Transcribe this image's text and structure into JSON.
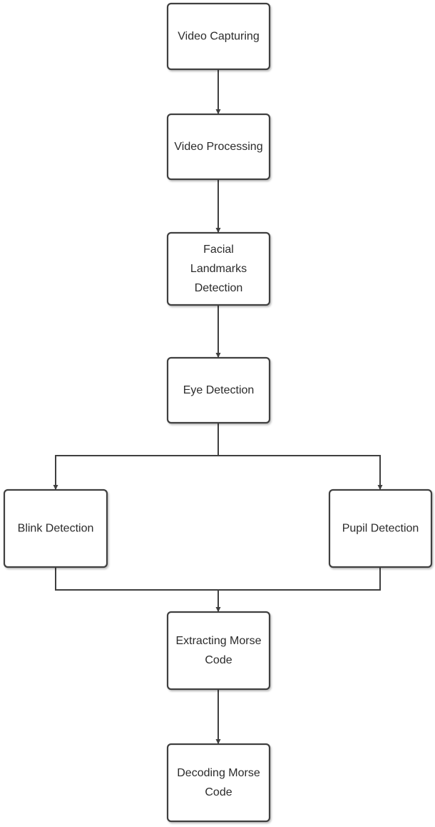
{
  "diagram": {
    "type": "flowchart",
    "colors": {
      "stroke": "#3f3f3f",
      "text": "#2b2b2b",
      "fill": "#ffffff"
    },
    "nodes": [
      {
        "id": "video-capturing",
        "lines": [
          "Video Capturing"
        ]
      },
      {
        "id": "video-processing",
        "lines": [
          "Video Processing"
        ]
      },
      {
        "id": "facial-landmarks-detection",
        "lines": [
          "Facial",
          "Landmarks",
          "Detection"
        ]
      },
      {
        "id": "eye-detection",
        "lines": [
          "Eye Detection"
        ]
      },
      {
        "id": "blink-detection",
        "lines": [
          "Blink Detection"
        ]
      },
      {
        "id": "pupil-detection",
        "lines": [
          "Pupil Detection"
        ]
      },
      {
        "id": "extracting-morse-code",
        "lines": [
          "Extracting Morse",
          "Code"
        ]
      },
      {
        "id": "decoding-morse-code",
        "lines": [
          "Decoding Morse",
          "Code"
        ]
      }
    ],
    "edges": [
      {
        "from": "video-capturing",
        "to": "video-processing"
      },
      {
        "from": "video-processing",
        "to": "facial-landmarks-detection"
      },
      {
        "from": "facial-landmarks-detection",
        "to": "eye-detection"
      },
      {
        "from": "eye-detection",
        "to": "blink-detection"
      },
      {
        "from": "eye-detection",
        "to": "pupil-detection"
      },
      {
        "from": "blink-detection",
        "to": "extracting-morse-code"
      },
      {
        "from": "pupil-detection",
        "to": "extracting-morse-code"
      },
      {
        "from": "extracting-morse-code",
        "to": "decoding-morse-code"
      }
    ]
  }
}
